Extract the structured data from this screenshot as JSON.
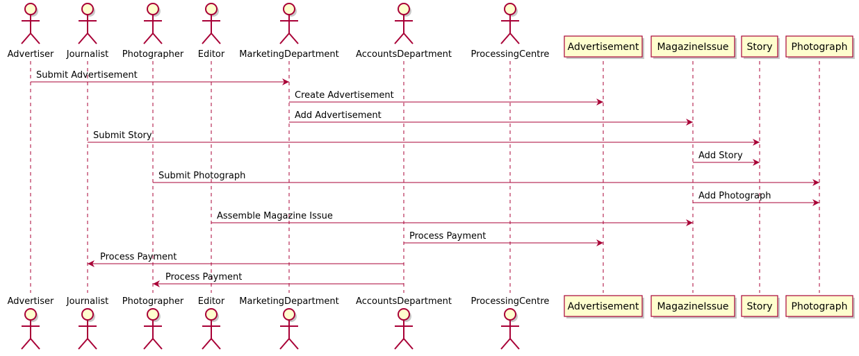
{
  "colors": {
    "line": "#A80036",
    "fill": "#FEFECE",
    "text": "#000000",
    "shadow": "#C8C8C8"
  },
  "actors": [
    "Advertiser",
    "Journalist",
    "Photographer",
    "Editor",
    "MarketingDepartment",
    "AccountsDepartment",
    "ProcessingCentre"
  ],
  "participants": [
    "Advertisement",
    "MagazineIssue",
    "Story",
    "Photograph"
  ],
  "messages": [
    {
      "from": "Advertiser",
      "to": "MarketingDepartment",
      "label": "Submit Advertisement"
    },
    {
      "from": "MarketingDepartment",
      "to": "Advertisement",
      "label": "Create Advertisement"
    },
    {
      "from": "MarketingDepartment",
      "to": "MagazineIssue",
      "label": "Add Advertisement"
    },
    {
      "from": "Journalist",
      "to": "Story",
      "label": "Submit Story"
    },
    {
      "from": "MagazineIssue",
      "to": "Story",
      "label": "Add Story"
    },
    {
      "from": "Photographer",
      "to": "Photograph",
      "label": "Submit Photograph"
    },
    {
      "from": "MagazineIssue",
      "to": "Photograph",
      "label": "Add Photograph"
    },
    {
      "from": "Editor",
      "to": "MagazineIssue",
      "label": "Assemble Magazine Issue"
    },
    {
      "from": "AccountsDepartment",
      "to": "Advertisement",
      "label": "Process Payment"
    },
    {
      "from": "AccountsDepartment",
      "to": "Journalist",
      "label": "Process Payment"
    },
    {
      "from": "AccountsDepartment",
      "to": "Photographer",
      "label": "Process Payment"
    }
  ]
}
